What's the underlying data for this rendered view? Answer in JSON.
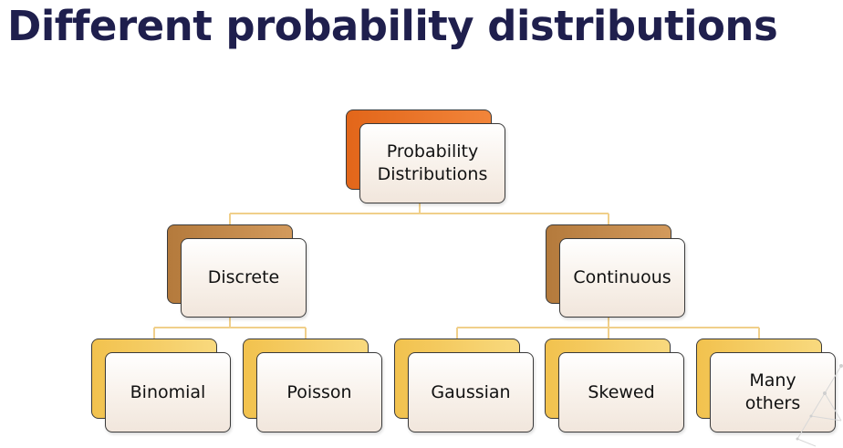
{
  "title": "Different probability distributions",
  "colors": {
    "title": "#1f1f4d",
    "root_accent": "#e2661a",
    "level1_accent": "#b47a3c",
    "level2_accent": "#f2c24e",
    "connector": "#f0cf8a"
  },
  "diagram": {
    "root": {
      "line1": "Probability",
      "line2": "Distributions"
    },
    "discrete": {
      "label": "Discrete"
    },
    "continuous": {
      "label": "Continuous"
    },
    "binomial": {
      "label": "Binomial"
    },
    "poisson": {
      "label": "Poisson"
    },
    "gaussian": {
      "label": "Gaussian"
    },
    "skewed": {
      "label": "Skewed"
    },
    "many_others": {
      "line1": "Many",
      "line2": "others"
    }
  }
}
